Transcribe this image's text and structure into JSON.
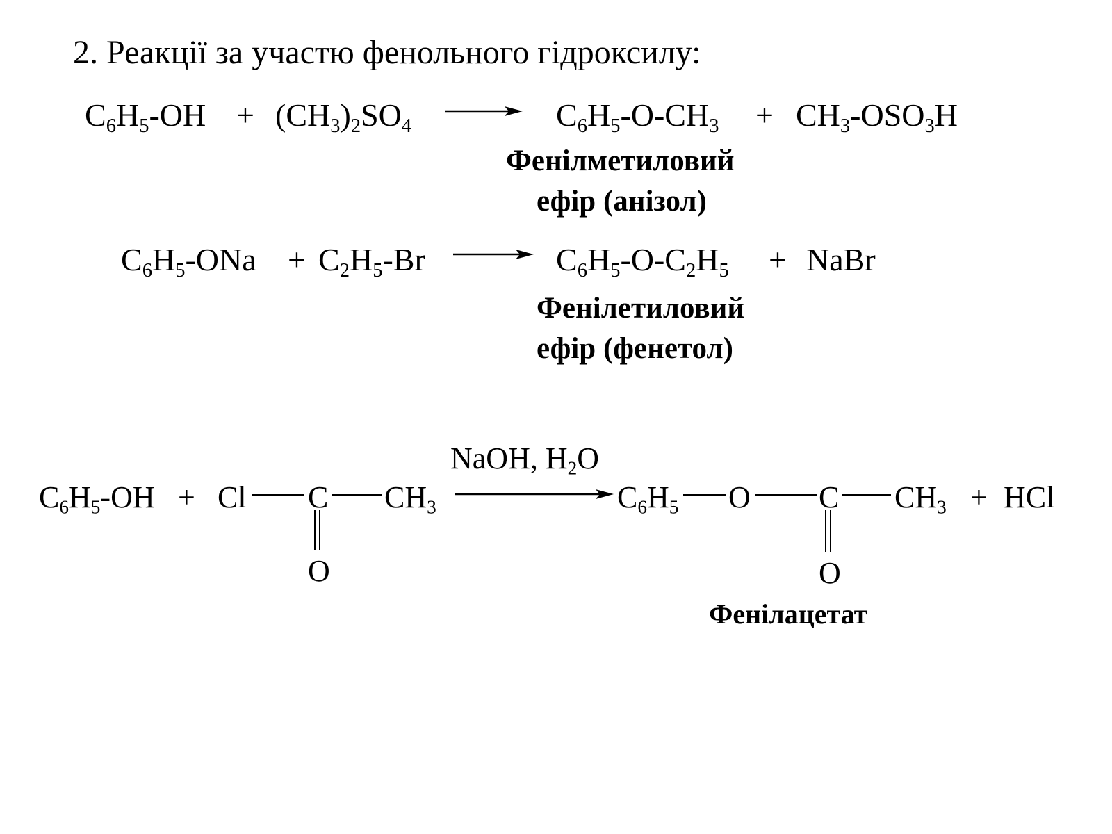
{
  "slide": {
    "title": "2. Реакції за участю фенольного гідроксилу:"
  },
  "reactions": {
    "r1": {
      "reactant1": {
        "base": "C",
        "s1": "6",
        "m1": "H",
        "s2": "5",
        "tail": "-OH"
      },
      "plus1": "+",
      "reactant2": {
        "open": "(CH",
        "s1": "3",
        "close": ")",
        "s2": "2",
        "m": "SO",
        "s3": "4"
      },
      "product1": {
        "base": "C",
        "s1": "6",
        "m1": "H",
        "s2": "5",
        "m2": "-O-CH",
        "s3": "3"
      },
      "plus2": "+",
      "product2": {
        "base": "CH",
        "s1": "3",
        "m1": "-OSO",
        "s2": "3",
        "tail": "H"
      },
      "product_name_line1": "Фенілметиловий",
      "product_name_line2": "ефір (анізол)"
    },
    "r2": {
      "reactant1": {
        "base": "C",
        "s1": "6",
        "m1": "H",
        "s2": "5",
        "tail": "-ONa"
      },
      "plus1": "+",
      "reactant2": {
        "base": "C",
        "s1": "2",
        "m1": "H",
        "s2": "5",
        "tail": "-Br"
      },
      "product1": {
        "base": "C",
        "s1": "6",
        "m1": "H",
        "s2": "5",
        "m2": "-O-C",
        "s3": "2",
        "m3": "H",
        "s4": "5"
      },
      "plus2": "+",
      "product2": "NaBr",
      "product_name_line1": "Фенілетиловий",
      "product_name_line2": "ефір  (фенетол)"
    },
    "r3": {
      "reactant1": {
        "base": "C",
        "s1": "6",
        "m1": "H",
        "s2": "5",
        "tail": "-OH"
      },
      "plus1": "+",
      "cl": "Cl",
      "carbon": "C",
      "ch3_base": "CH",
      "ch3_sub": "3",
      "carbonyl_o": "O",
      "condition": {
        "base": "NaOH, H",
        "s1": "2",
        "tail": "O"
      },
      "p_c6h5": {
        "base": "C",
        "s1": "6",
        "m1": "H",
        "s2": "5"
      },
      "p_o": "O",
      "p_carbon": "C",
      "p_ch3_base": "CH",
      "p_ch3_sub": "3",
      "p_carbonyl_o": "O",
      "plus2": "+",
      "byproduct": "HCl",
      "product_name": "Фенілацетат"
    }
  }
}
